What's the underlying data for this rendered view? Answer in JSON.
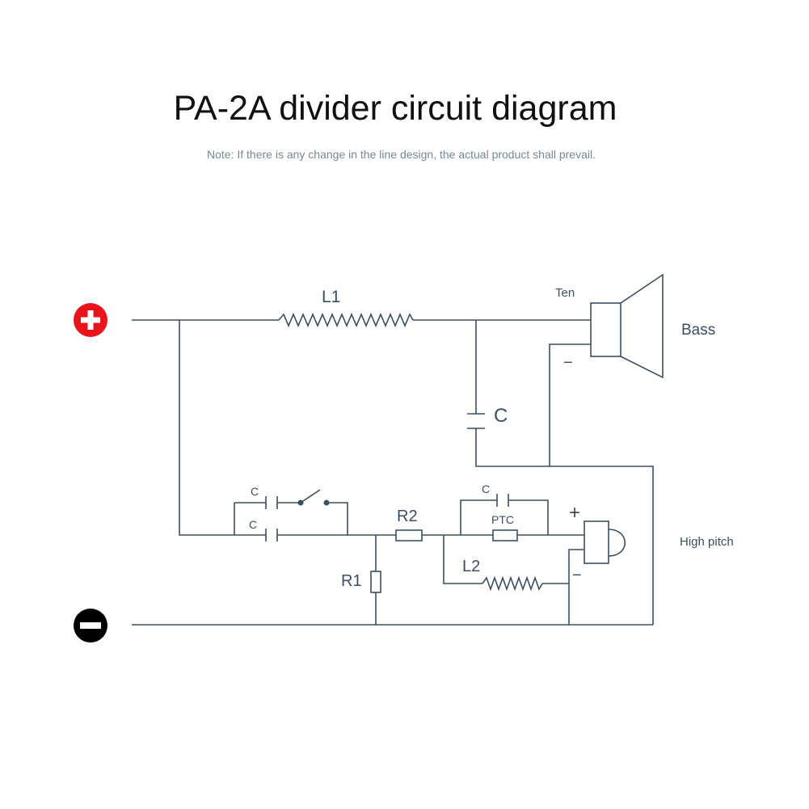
{
  "title": "PA-2A divider circuit diagram",
  "note": "Note: If there is any change in the line design, the actual product shall prevail.",
  "terminals": {
    "positive_symbol": "+",
    "negative_symbol": "−",
    "positive_color": "#e8141c",
    "negative_color": "#000000"
  },
  "components": {
    "l1": "L1",
    "c_bass": "C",
    "c_top": "C",
    "c_bottom": "C",
    "r2": "R2",
    "r1": "R1",
    "c_ptc": "C",
    "ptc": "PTC",
    "l2": "L2"
  },
  "speakers": {
    "woofer_tag": "Ten",
    "woofer_minus": "−",
    "woofer_label": "Bass",
    "tweeter_plus": "+",
    "tweeter_minus": "−",
    "tweeter_label": "High pitch"
  },
  "colors": {
    "wire": "#3c4f60",
    "label": "#3c4f60",
    "note": "#7a8791"
  }
}
